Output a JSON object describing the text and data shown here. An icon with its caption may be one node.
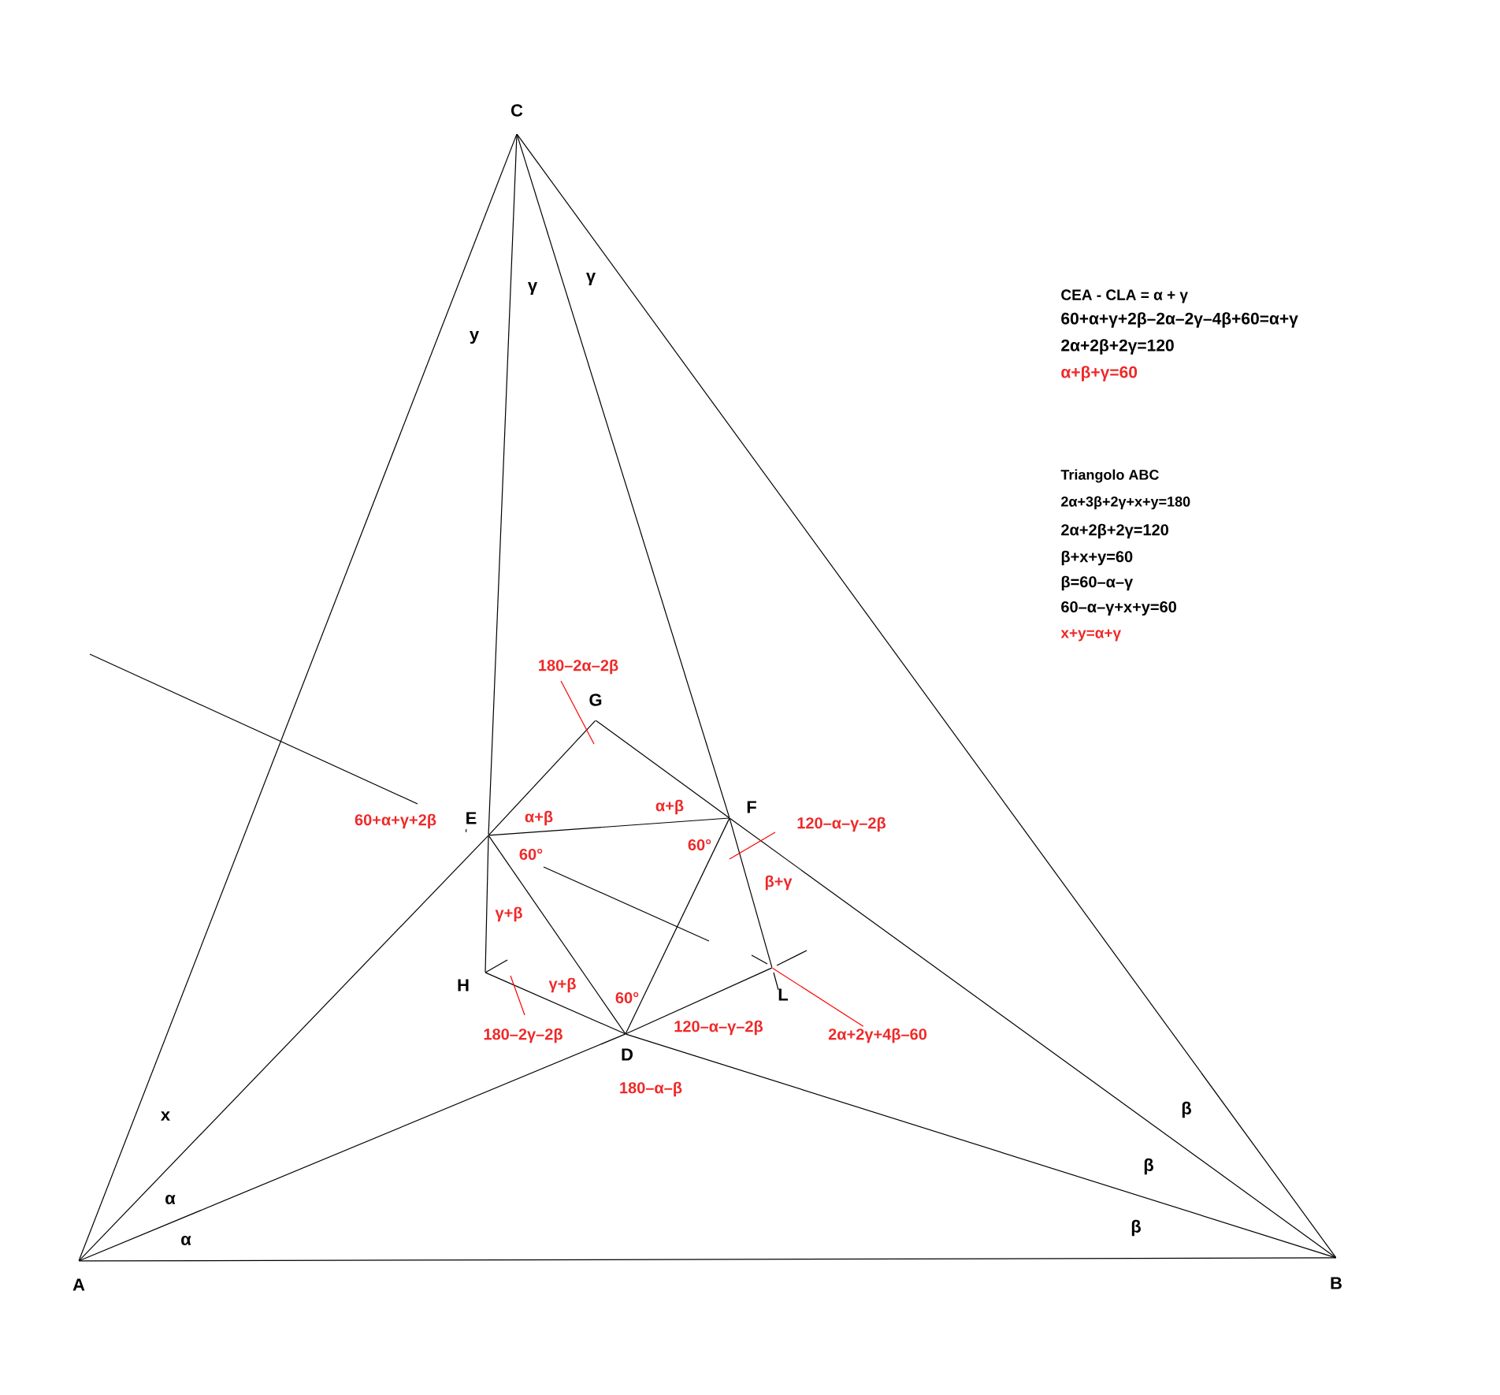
{
  "diagram": {
    "nodes": [
      {
        "text": [
          "A"
        ]
      },
      {
        "text": [
          "B"
        ]
      },
      {
        "text": [
          "C"
        ]
      },
      {
        "text": [
          "D"
        ]
      },
      {
        "text": [
          "E"
        ]
      },
      {
        "text": [
          "F"
        ]
      },
      {
        "text": [
          "G"
        ]
      },
      {
        "text": [
          "H"
        ]
      },
      {
        "text": [
          "L"
        ]
      },
      {
        "text": [
          "180–2α–2β"
        ]
      },
      {
        "text": [
          "120–α–γ–2β"
        ]
      },
      {
        "text": [
          "180–2γ–2β"
        ]
      },
      {
        "text": [
          "2α+2γ+4β–60"
        ]
      }
    ],
    "edges": [
      {
        "from": 0,
        "to": 1,
        "arrow": "none"
      },
      {
        "from": 0,
        "to": 2,
        "arrow": "none"
      },
      {
        "from": 2,
        "to": 1,
        "arrow": "none"
      },
      {
        "from": 2,
        "to": 4,
        "arrow": "none"
      },
      {
        "from": 2,
        "to": 5,
        "arrow": "none"
      },
      {
        "from": 5,
        "to": 8,
        "arrow": "none"
      },
      {
        "from": 0,
        "to": 4,
        "arrow": "none"
      },
      {
        "from": 4,
        "to": 6,
        "arrow": "none"
      },
      {
        "from": 6,
        "to": 5,
        "arrow": "none"
      },
      {
        "from": 4,
        "to": 5,
        "arrow": "none"
      },
      {
        "from": 4,
        "to": 7,
        "arrow": "none"
      },
      {
        "from": 7,
        "to": 3,
        "arrow": "none"
      },
      {
        "from": 4,
        "to": 3,
        "arrow": "none"
      },
      {
        "from": 3,
        "to": 5,
        "arrow": "none"
      },
      {
        "from": 0,
        "to": 3,
        "arrow": "none"
      },
      {
        "from": 3,
        "to": 8,
        "arrow": "none"
      },
      {
        "from": 3,
        "to": 1,
        "arrow": "none"
      },
      {
        "from": 5,
        "to": 1,
        "arrow": "none"
      },
      {
        "from": 9,
        "to": null,
        "arrow": "none",
        "color": "#ff0000"
      },
      {
        "from": 10,
        "to": null,
        "arrow": "none",
        "color": "#ff0000"
      },
      {
        "from": 11,
        "to": null,
        "arrow": "none",
        "color": "#ff0000"
      },
      {
        "from": 12,
        "to": 8,
        "arrow": "none",
        "color": "#ff0000"
      }
    ],
    "labels": [
      "γ",
      "γ",
      "y",
      "CEA - CLA = α + γ",
      "60+α+γ+2β–2α–2γ–4β+60=α+γ",
      "2α+2β+2γ=120",
      "α+β+γ=60",
      "Triangolo ABC",
      "2α+3β+2γ+x+y=180",
      "2α+2β+2γ=120",
      "β+x+y=60",
      "β=60–α–γ",
      "60–α–γ+x+y=60",
      "x+y=α+γ",
      "60+α+γ+2β",
      "α+β",
      "α+β",
      "60°",
      "60°",
      "β+γ",
      "γ+β",
      "γ+β",
      "60°",
      "120–α–γ–2β",
      "180–α–β",
      "x",
      "β",
      "β",
      "α",
      "β",
      "α"
    ]
  }
}
